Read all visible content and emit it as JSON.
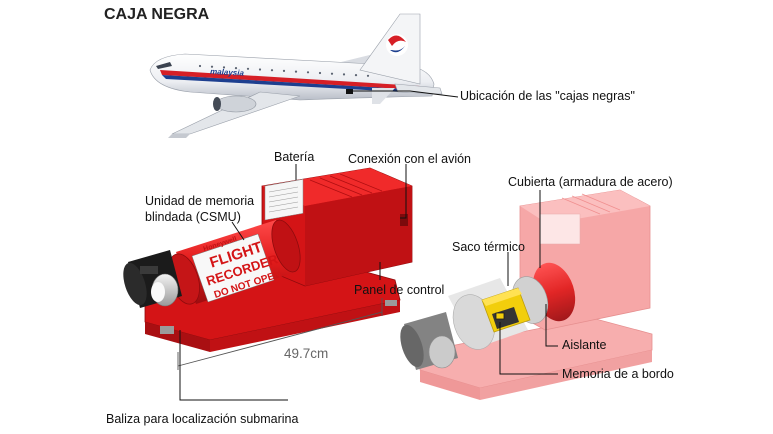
{
  "title": "CAJA NEGRA",
  "labels": {
    "location": "Ubicación de las \"cajas negras\"",
    "battery": "Batería",
    "connection": "Conexión con el avión",
    "memory_unit_line1": "Unidad de memoria",
    "memory_unit_line2": "blindada (CSMU)",
    "control_panel": "Panel de control",
    "dimension": "49.7cm",
    "beacon": "Baliza para localización submarina",
    "cover": "Cubierta (armadura de acero)",
    "thermal_bag": "Saco térmico",
    "insulator": "Aislante",
    "onboard_memory": "Memoria de a bordo"
  },
  "airplane": {
    "livery_text": "malaysia"
  },
  "recorder": {
    "brand": "Honeywell",
    "line1": "FLIGHT",
    "line2": "RECORDER",
    "line3": "DO NOT OPEN"
  },
  "colors": {
    "red": "#e11b1b",
    "red_dark": "#b30f12",
    "pink": "#f6a3a3",
    "yellow": "#f2cc00",
    "silver": "#c8c8c8"
  }
}
